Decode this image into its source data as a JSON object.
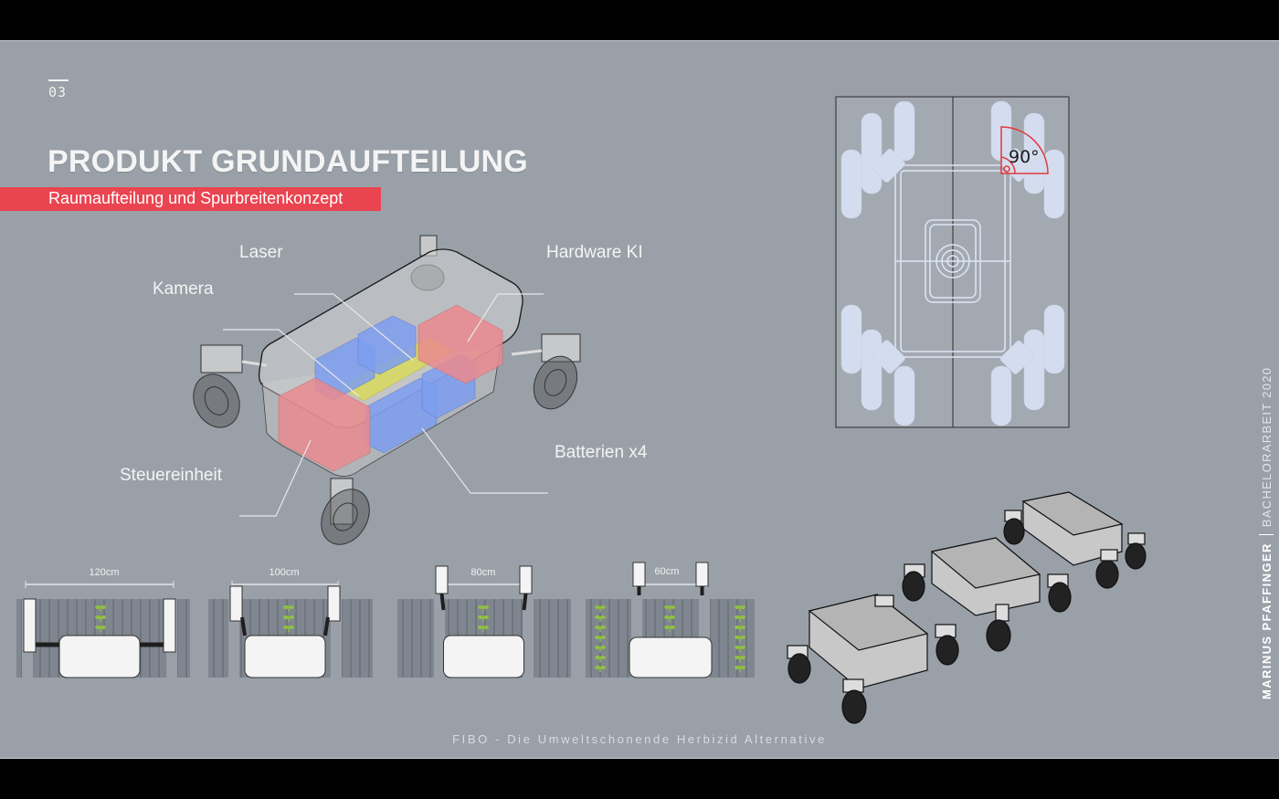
{
  "slide": {
    "page_number": "03",
    "title": "PRODUKT GRUNDAUFTEILUNG",
    "subtitle": "Raumaufteilung und Spurbreitenkonzept",
    "accent_color": "#ea4450",
    "background_color": "#99a0a8"
  },
  "component_diagram": {
    "labels": {
      "laser": "Laser",
      "kamera": "Kamera",
      "hardware_ki": "Hardware KI",
      "steuereinheit": "Steuereinheit",
      "batterien": "Batterien x4"
    },
    "colors": {
      "battery": "#7c9ef0",
      "control": "#ea8a8e",
      "sensor": "#d8d85a"
    }
  },
  "top_view": {
    "angle_label": "90°",
    "angle_color": "#e23a3a"
  },
  "track_widths": [
    {
      "label": "120cm"
    },
    {
      "label": "100cm"
    },
    {
      "label": "80cm"
    },
    {
      "label": "60cm"
    }
  ],
  "footer": {
    "text": "FIBO - Die Umweltschonende Herbizid Alternative"
  },
  "sidebar": {
    "author": "MARINUS PFAFFINGER",
    "work": "BACHELORARBEIT 2020"
  }
}
